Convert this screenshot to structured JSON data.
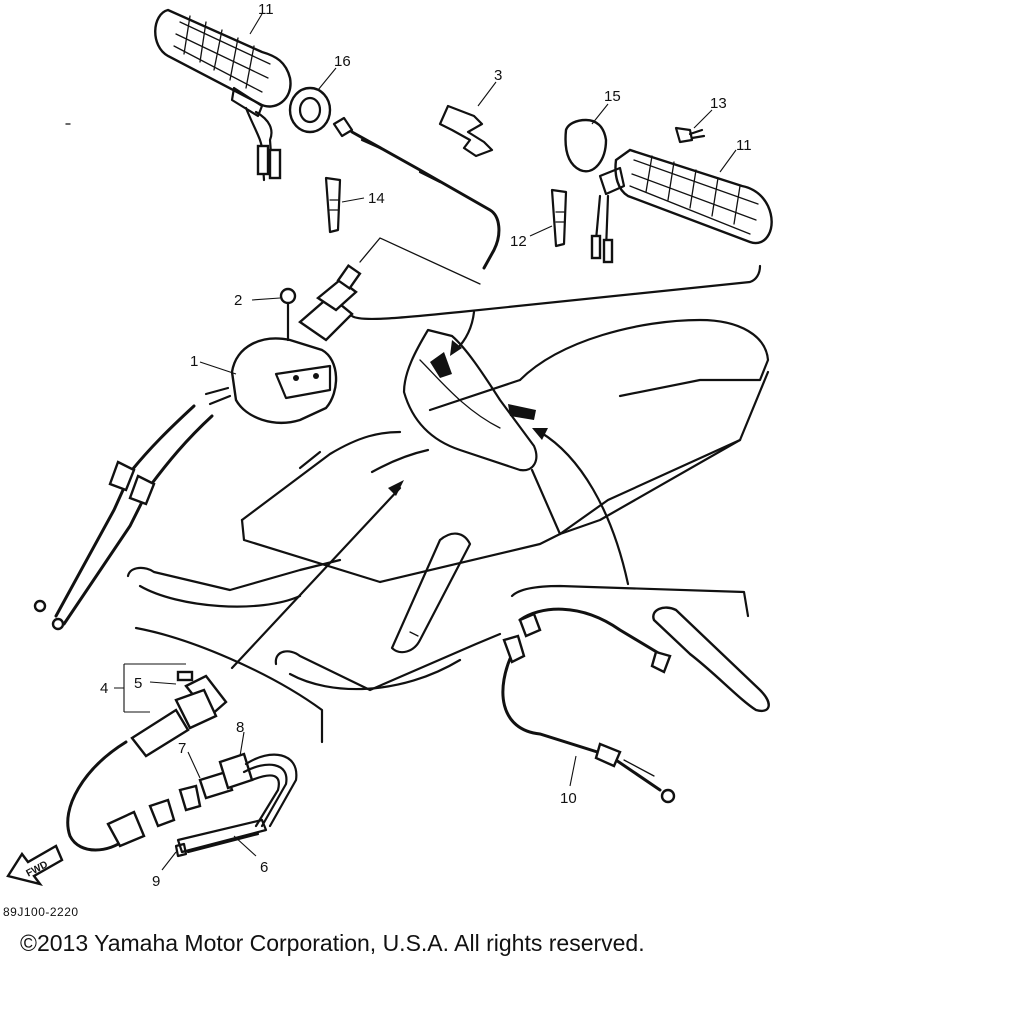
{
  "diagram": {
    "code": "89J100-2220",
    "copyright": "©2013 Yamaha Motor Corporation, U.S.A. All rights reserved.",
    "fwd_label": "FWD",
    "callouts": {
      "c1": "1",
      "c2": "2",
      "c3": "3",
      "c4": "4",
      "c5": "5",
      "c6": "6",
      "c7": "7",
      "c8": "8",
      "c9": "9",
      "c10": "10",
      "c11a": "11",
      "c11b": "11",
      "c12": "12",
      "c13": "13",
      "c14": "14",
      "c15": "15",
      "c16": "16"
    }
  }
}
